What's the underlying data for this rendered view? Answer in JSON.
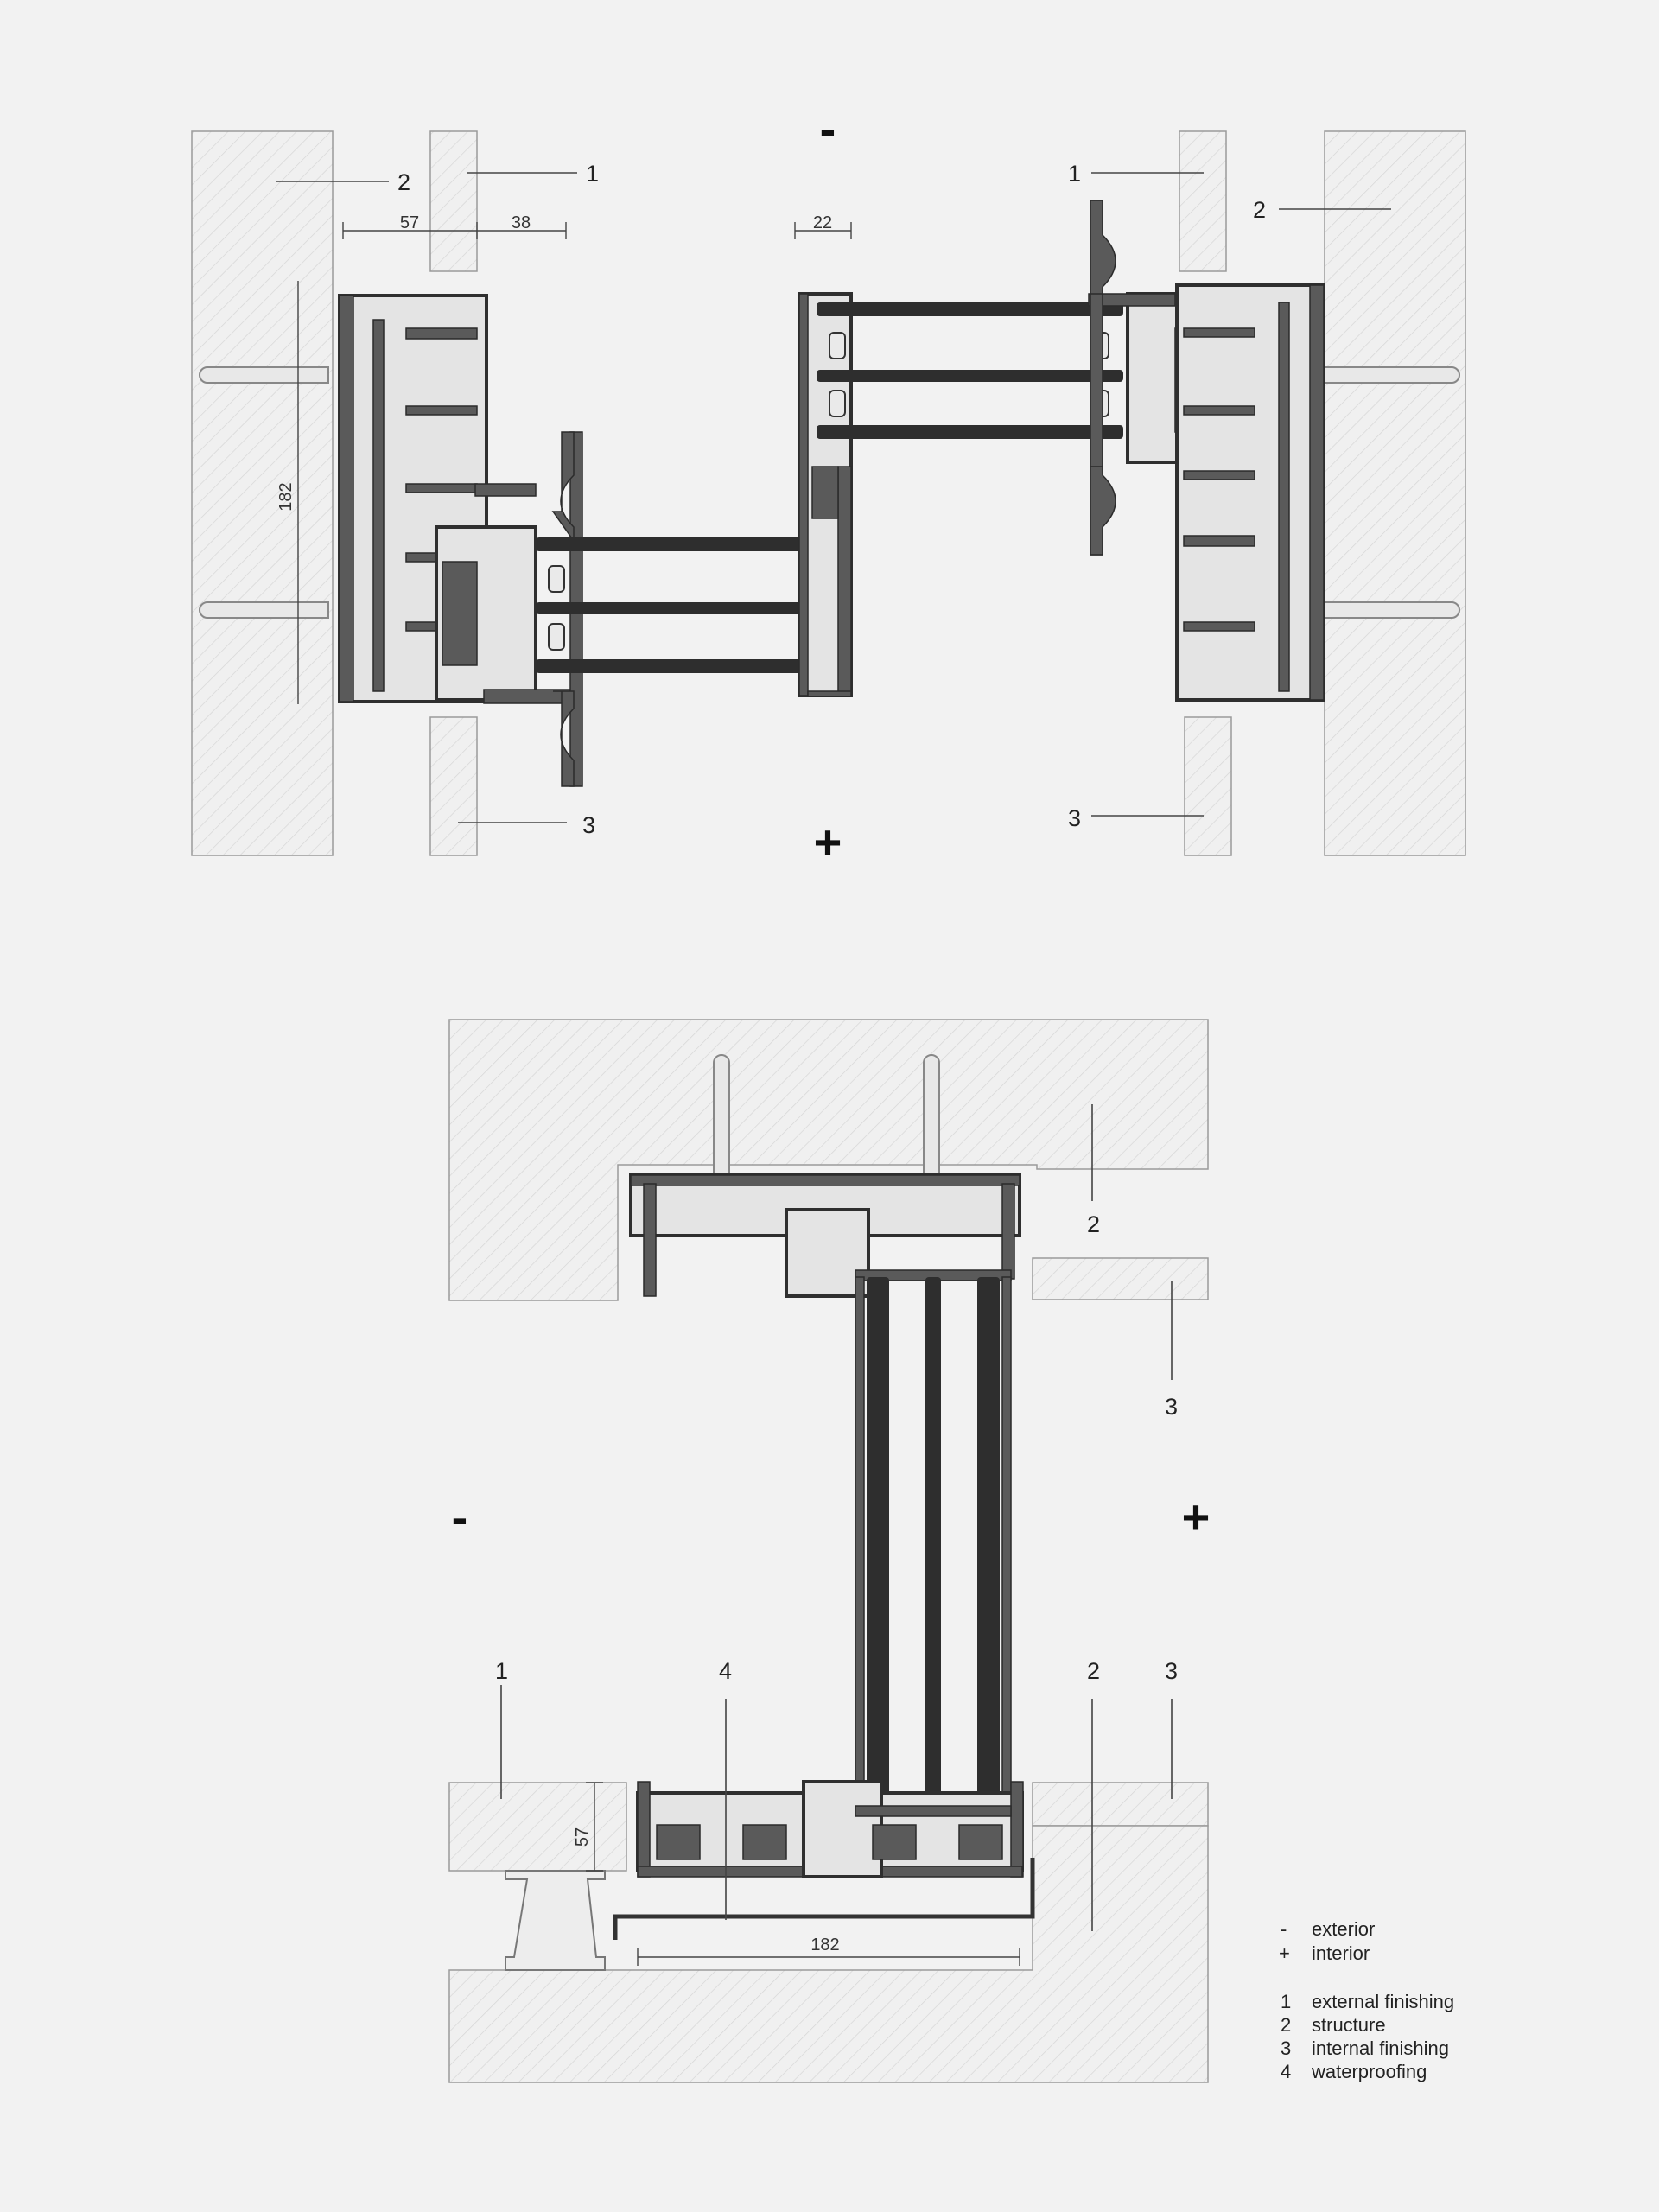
{
  "signs": {
    "top_exterior": "-",
    "top_interior": "+",
    "bottom_exterior": "-",
    "bottom_interior": "+"
  },
  "top_section": {
    "labels": [
      "1",
      "2",
      "3",
      "1",
      "2",
      "3"
    ],
    "dims": [
      "57",
      "38",
      "22",
      "182"
    ]
  },
  "bottom_section": {
    "labels": [
      "2",
      "3",
      "1",
      "4",
      "2",
      "3"
    ],
    "dims": [
      "57",
      "182"
    ]
  },
  "legend": [
    {
      "key": "-",
      "text": "exterior"
    },
    {
      "key": "+",
      "text": "interior"
    },
    {
      "key": "1",
      "text": "external finishing"
    },
    {
      "key": "2",
      "text": "structure"
    },
    {
      "key": "3",
      "text": "internal finishing"
    },
    {
      "key": "4",
      "text": "waterproofing"
    }
  ],
  "colors": {
    "background": "#f2f2f2",
    "profile": "#5a5a5a",
    "glass": "#2e2e2e",
    "wall_stroke": "#9a9a9a"
  }
}
